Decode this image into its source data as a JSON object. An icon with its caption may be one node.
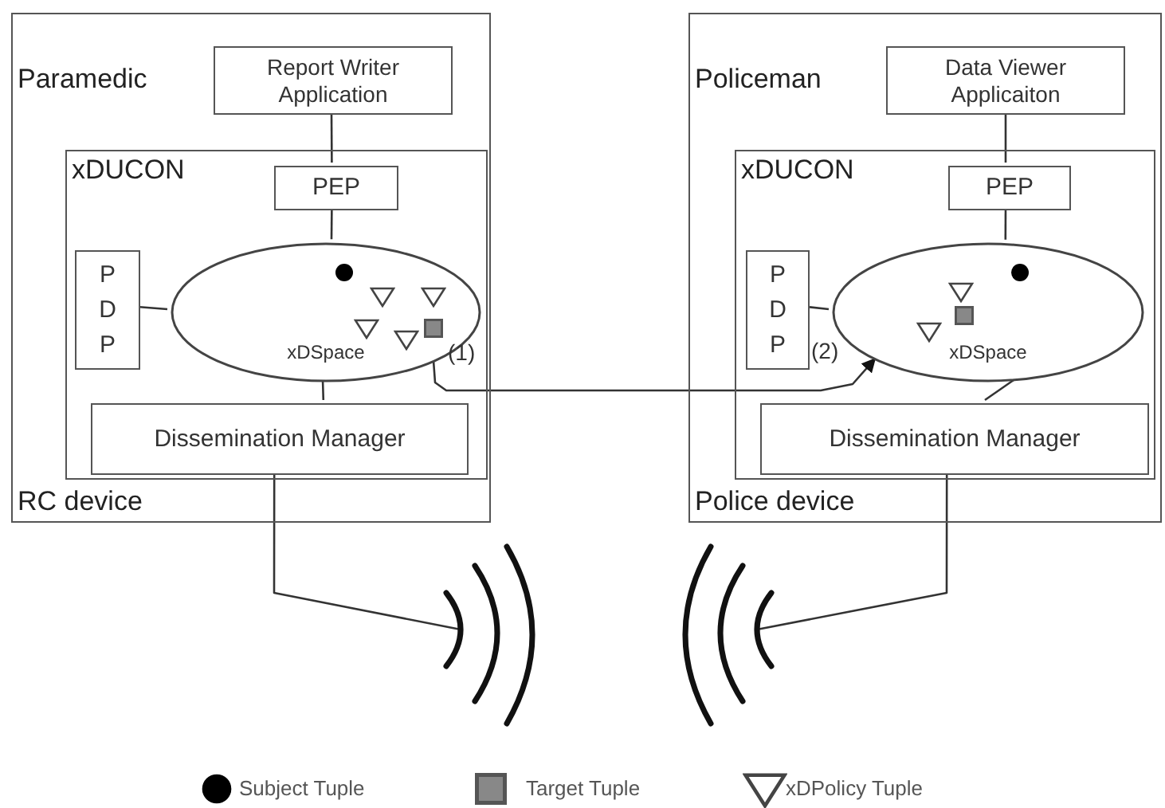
{
  "diagram": {
    "nodes": [
      {
        "text": [
          "Paramedic",
          "RC device"
        ]
      },
      {
        "text": [
          "Report Writer Application"
        ],
        "in": 0
      },
      {
        "text": [
          "xDUCON"
        ],
        "in": 0
      },
      {
        "text": [
          "PEP"
        ],
        "in": 2
      },
      {
        "text": [
          "P D P"
        ],
        "in": 2
      },
      {
        "text": [
          "xDSpace"
        ],
        "in": 2
      },
      {
        "text": [
          "Dissemination Manager"
        ],
        "in": 2
      },
      {
        "text": [],
        "shape": "picture"
      },
      {
        "text": [
          "Policeman",
          "Police device"
        ]
      },
      {
        "text": [
          "Data Viewer Applicaiton"
        ],
        "in": 8
      },
      {
        "text": [
          "xDUCON"
        ],
        "in": 8
      },
      {
        "text": [
          "PEP"
        ],
        "in": 10
      },
      {
        "text": [
          "P D P"
        ],
        "in": 10
      },
      {
        "text": [
          "xDSpace"
        ],
        "in": 10
      },
      {
        "text": [
          "Dissemination Manager"
        ],
        "in": 10
      },
      {
        "text": [],
        "shape": "picture"
      }
    ],
    "edges": [
      {
        "from": 1,
        "to": 3,
        "arrow": "none"
      },
      {
        "from": 3,
        "to": 5,
        "arrow": "none"
      },
      {
        "from": 4,
        "to": 5,
        "arrow": "none"
      },
      {
        "from": 5,
        "to": 6,
        "arrow": "none"
      },
      {
        "from": 6,
        "to": 7,
        "arrow": "none"
      },
      {
        "from": 9,
        "to": 11,
        "arrow": "none"
      },
      {
        "from": 11,
        "to": 13,
        "arrow": "none"
      },
      {
        "from": 12,
        "to": 13,
        "arrow": "none"
      },
      {
        "from": 13,
        "to": 14,
        "arrow": "none"
      },
      {
        "from": 14,
        "to": 15,
        "arrow": "none"
      },
      {
        "from": 5,
        "to": 13,
        "arrow": "to"
      }
    ],
    "labels": [
      "(1)",
      "(2)"
    ],
    "legend": [
      {
        "text": "Subject Tuple"
      },
      {
        "text": "Target Tuple"
      },
      {
        "text": "xDPolicy Tuple"
      }
    ]
  }
}
